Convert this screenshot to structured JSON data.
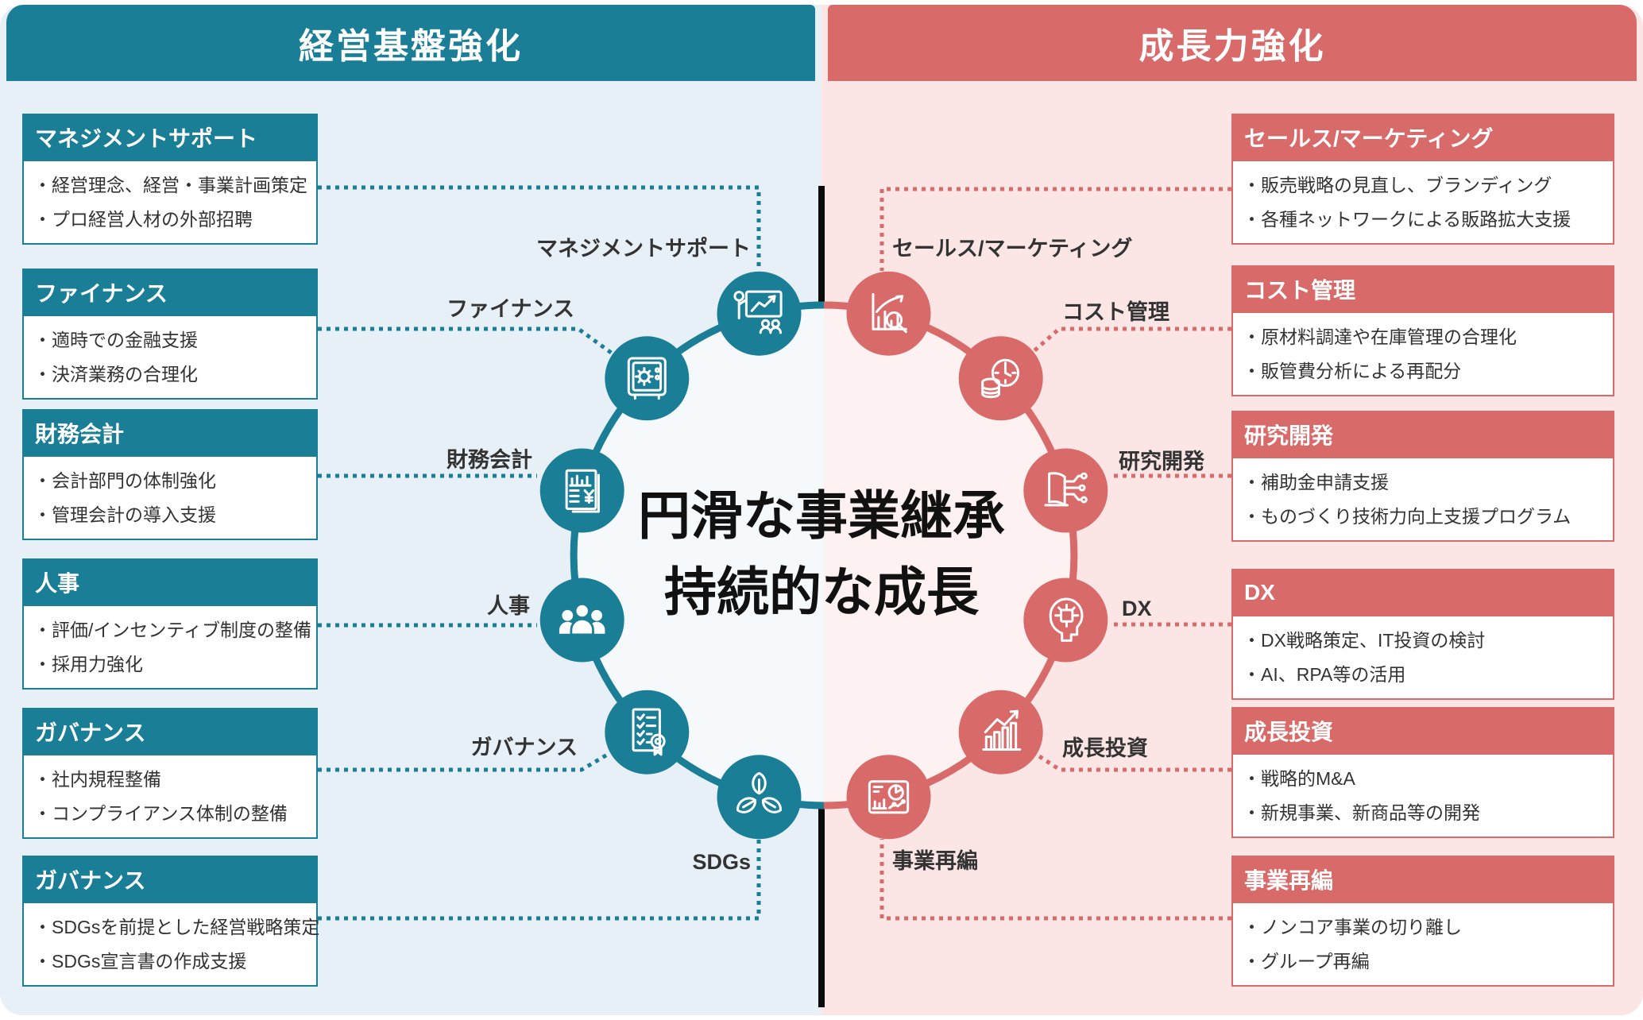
{
  "header": {
    "left": "経営基盤強化",
    "right": "成長力強化"
  },
  "center": {
    "line1": "円滑な事業継承",
    "line2": "持続的な成長"
  },
  "colors": {
    "teal": "#1a7e96",
    "red": "#d86a6a",
    "left_bg": "#e8f0f7",
    "right_bg": "#fbe5e5",
    "circle_left_bg": "#f5f9fc",
    "circle_right_bg": "#fdf1f1",
    "text": "#333333"
  },
  "left_boxes": [
    {
      "title": "マネジメントサポート",
      "items": [
        "・経営理念、経営・事業計画策定",
        "・プロ経営人材の外部招聘"
      ]
    },
    {
      "title": "ファイナンス",
      "items": [
        "・適時での金融支援",
        "・決済業務の合理化"
      ]
    },
    {
      "title": "財務会計",
      "items": [
        "・会計部門の体制強化",
        "・管理会計の導入支援"
      ]
    },
    {
      "title": "人事",
      "items": [
        "・評価/インセンティブ制度の整備",
        "・採用力強化"
      ]
    },
    {
      "title": "ガバナンス",
      "items": [
        "・社内規程整備",
        "・コンプライアンス体制の整備"
      ]
    },
    {
      "title": "ガバナンス",
      "items": [
        "・SDGsを前提とした経営戦略策定",
        "・SDGs宣言書の作成支援"
      ]
    }
  ],
  "right_boxes": [
    {
      "title": "セールス/マーケティング",
      "items": [
        "・販売戦略の見直し、ブランディング",
        "・各種ネットワークによる販路拡大支援"
      ]
    },
    {
      "title": "コスト管理",
      "items": [
        "・原材料調達や在庫管理の合理化",
        "・販管費分析による再配分"
      ]
    },
    {
      "title": "研究開発",
      "items": [
        "・補助金申請支援",
        "・ものづくり技術力向上支援プログラム"
      ]
    },
    {
      "title": "DX",
      "items": [
        "・DX戦略策定、IT投資の検討",
        "・AI、RPA等の活用"
      ]
    },
    {
      "title": "成長投資",
      "items": [
        "・戦略的M&A",
        "・新規事業、新商品等の開発"
      ]
    },
    {
      "title": "事業再編",
      "items": [
        "・ノンコア事業の切り離し",
        "・グループ再編"
      ]
    }
  ],
  "ring": {
    "left_labels": [
      "マネジメントサポート",
      "ファイナンス",
      "財務会計",
      "人事",
      "ガバナンス",
      "SDGs"
    ],
    "right_labels": [
      "セールス/マーケティング",
      "コスト管理",
      "研究開発",
      "DX",
      "成長投資",
      "事業再編"
    ]
  },
  "icons": [
    "presentation-icon",
    "safe-icon",
    "financial-report-icon",
    "people-icon",
    "checklist-certificate-icon",
    "leaves-recycle-icon",
    "chart-magnifier-icon",
    "coins-clock-icon",
    "book-circuit-icon",
    "head-chip-icon",
    "growth-chart-icon",
    "dashboard-pie-icon"
  ]
}
